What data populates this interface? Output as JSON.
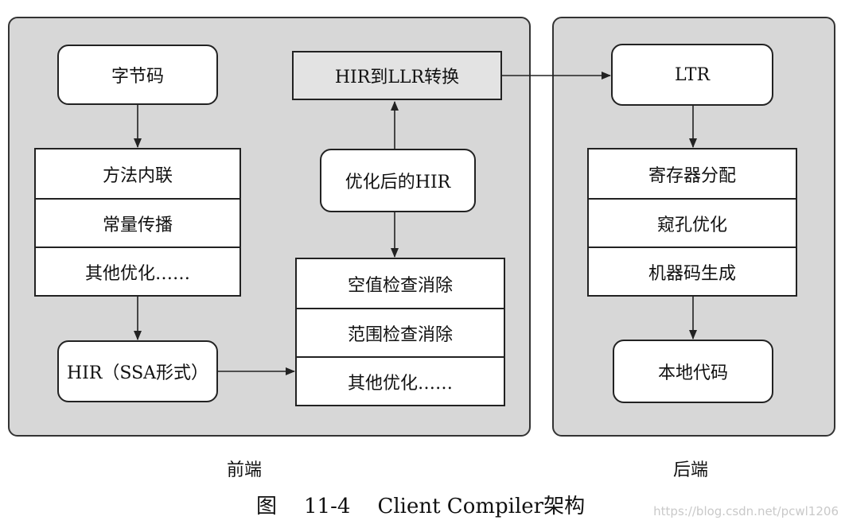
{
  "frontend": {
    "label": "前端",
    "bytecode": "字节码",
    "hir_opt_steps": [
      "方法内联",
      "常量传播",
      "其他优化……"
    ],
    "hir_ssa": "HIR（SSA形式）",
    "optimized_hir": "优化后的HIR",
    "hir_opt2_steps": [
      "空值检查消除",
      "范围检查消除",
      "其他优化……"
    ],
    "hir_to_llr": "HIR到LLR转换"
  },
  "backend": {
    "label": "后端",
    "ltr": "LTR",
    "llr_steps": [
      "寄存器分配",
      "窥孔优化",
      "机器码生成"
    ],
    "native_code": "本地代码"
  },
  "caption": {
    "prefix": "图",
    "number": "11-4",
    "title": "Client Compiler架构"
  },
  "watermark": "https://blog.csdn.net/pcwl1206"
}
